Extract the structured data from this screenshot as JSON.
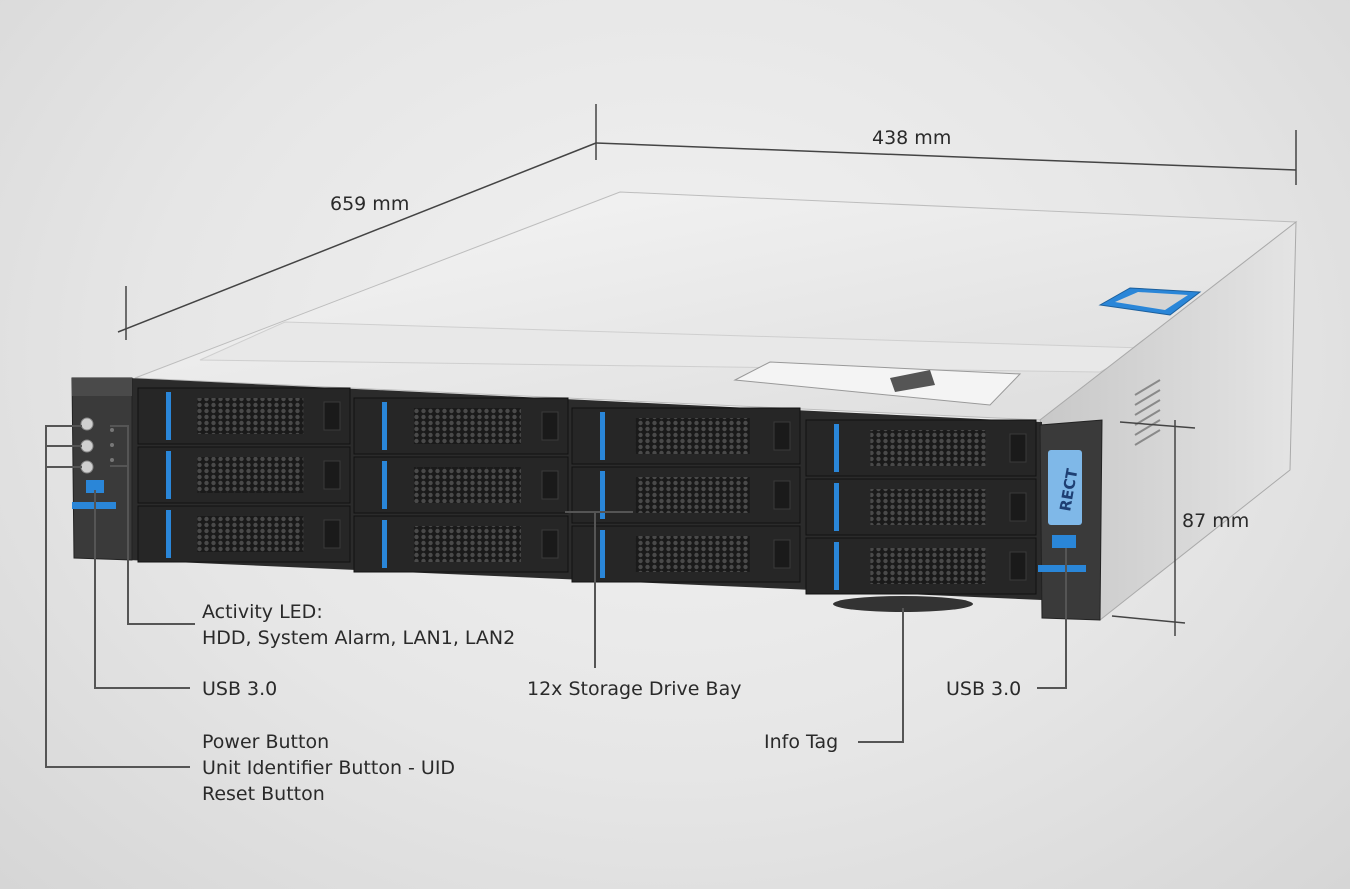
{
  "dimensions": {
    "depth": "659 mm",
    "width": "438 mm",
    "height": "87 mm"
  },
  "labels": {
    "activity_led_title": "Activity LED:",
    "activity_led_detail": "HDD, System Alarm, LAN1, LAN2",
    "usb_left": "USB 3.0",
    "drive_bay": "12x Storage Drive Bay",
    "usb_right": "USB 3.0",
    "info_tag": "Info Tag",
    "power_button": "Power Button",
    "uid_button": "Unit Identifier Button - UID",
    "reset_button": "Reset Button"
  },
  "logo_text": "RECT",
  "colors": {
    "accent_blue": "#2a86d8",
    "chassis_top": "#eeeeee",
    "front_dark": "#2e2e2e"
  }
}
